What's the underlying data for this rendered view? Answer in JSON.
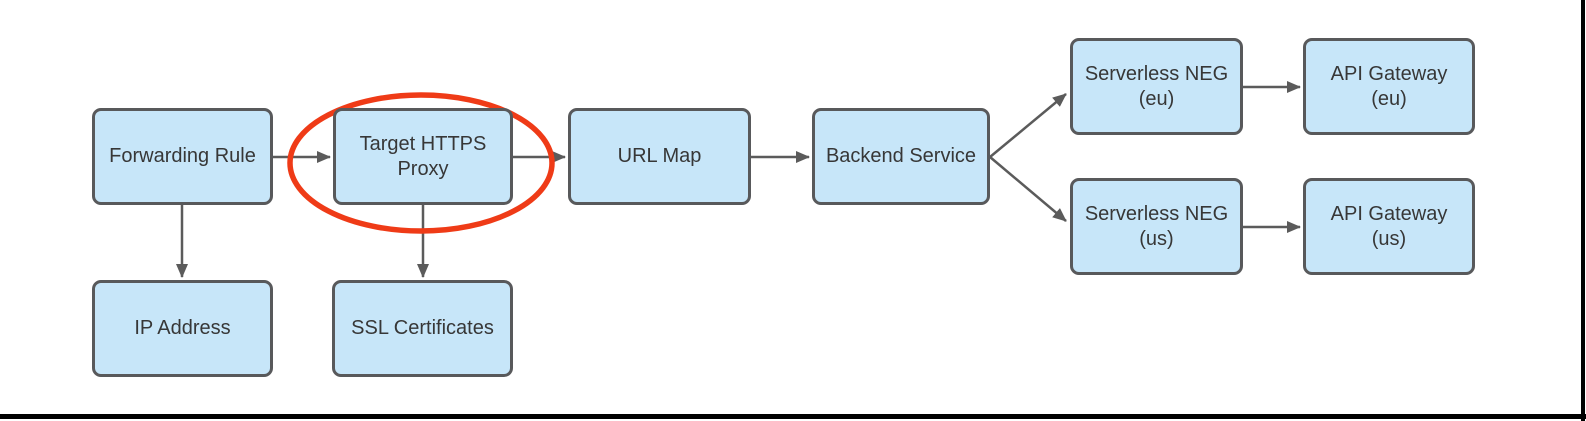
{
  "colors": {
    "nodeFill": "#C7E6F9",
    "nodeBorder": "#58595B",
    "arrow": "#5B5B5B",
    "highlight": "#EF3B17",
    "text": "#373737",
    "frame": "#000000"
  },
  "nodes": [
    {
      "id": "forwarding-rule",
      "lines": [
        "Forwarding Rule"
      ]
    },
    {
      "id": "target-https-proxy",
      "lines": [
        "Target HTTPS",
        "Proxy"
      ]
    },
    {
      "id": "url-map",
      "lines": [
        "URL Map"
      ]
    },
    {
      "id": "backend-service",
      "lines": [
        "Backend Service"
      ]
    },
    {
      "id": "serverless-neg-eu",
      "lines": [
        "Serverless NEG",
        "(eu)"
      ]
    },
    {
      "id": "api-gateway-eu",
      "lines": [
        "API Gateway",
        "(eu)"
      ]
    },
    {
      "id": "serverless-neg-us",
      "lines": [
        "Serverless NEG",
        "(us)"
      ]
    },
    {
      "id": "api-gateway-us",
      "lines": [
        "API Gateway",
        "(us)"
      ]
    },
    {
      "id": "ip-address",
      "lines": [
        "IP Address"
      ]
    },
    {
      "id": "ssl-certificates",
      "lines": [
        "SSL Certificates"
      ]
    }
  ],
  "edges": [
    {
      "from": "Forwarding Rule",
      "to": "Target HTTPS Proxy"
    },
    {
      "from": "Target HTTPS Proxy",
      "to": "URL Map"
    },
    {
      "from": "URL Map",
      "to": "Backend Service"
    },
    {
      "from": "Backend Service",
      "to": "Serverless NEG (eu)"
    },
    {
      "from": "Backend Service",
      "to": "Serverless NEG (us)"
    },
    {
      "from": "Serverless NEG (eu)",
      "to": "API Gateway (eu)"
    },
    {
      "from": "Serverless NEG (us)",
      "to": "API Gateway (us)"
    },
    {
      "from": "Forwarding Rule",
      "to": "IP Address"
    },
    {
      "from": "Target HTTPS Proxy",
      "to": "SSL Certificates"
    }
  ],
  "annotation": {
    "type": "ellipse-highlight",
    "around": "Target HTTPS Proxy"
  }
}
